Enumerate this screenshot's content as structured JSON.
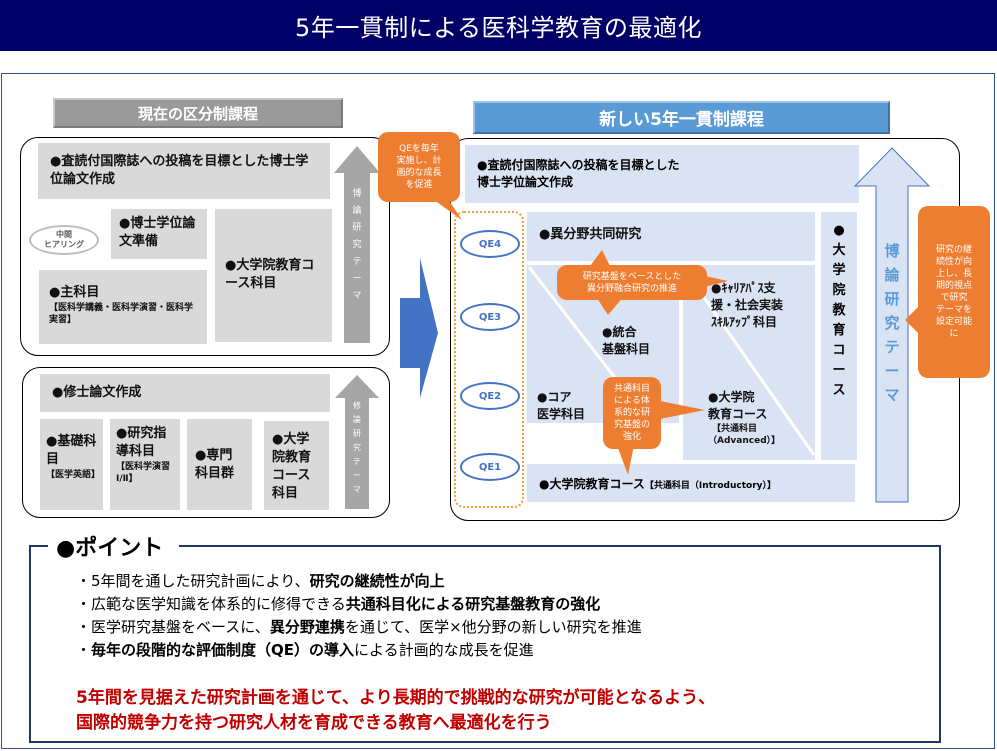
{
  "title": "5年一貫制による医科学教育の最適化",
  "current": {
    "header": "現在の区分制課程",
    "doctoral": {
      "thesis": "●査読付国際誌への投稿を目標とした博士学位論文作成",
      "interim_hearing": [
        "中間",
        "ヒアリング"
      ],
      "thesis_prep": "●博士学位論文準備",
      "grad_course": "●大学院教育コース科目",
      "main_subjects": "●主科目",
      "main_subjects_detail": "【医科学講義・医科学演習・医科学実習】",
      "theme_arrow": [
        "博",
        "論",
        "研",
        "究",
        "テ",
        "ー",
        "マ"
      ]
    },
    "masters": {
      "thesis": "●修士論文作成",
      "basic": "●基礎科目",
      "basic_detail": "【医学英語】",
      "research_guidance": "●研究指導科目",
      "research_guidance_detail": "【医科学演習Ⅰ/Ⅱ】",
      "specialized": "●専門科目群",
      "grad_course": "●大学院教育コース科目",
      "theme_arrow": [
        "修",
        "論",
        "研",
        "究",
        "テ",
        "ー",
        "マ"
      ]
    }
  },
  "new": {
    "header": "新しい5年一貫制課程",
    "thesis": [
      "●査読付国際誌への投稿を目標とした",
      "博士学位論文作成"
    ],
    "interdisciplinary": "●異分野共同研究",
    "career": [
      "●ｷｬﾘｱﾊﾟｽ支",
      "援・社会実装",
      "ｽｷﾙｱｯﾌﾟ科目"
    ],
    "integrated": [
      "●統合",
      "基盤科目"
    ],
    "core": [
      "●コア",
      "医学科目"
    ],
    "grad_adv": [
      "●大学院",
      "教育コース"
    ],
    "grad_adv_detail": [
      "【共通科目",
      "（Advanced）】"
    ],
    "grad_intro": "●大学院教育コース",
    "grad_intro_detail": "【共通科目（Introductory）】",
    "grad_vertical": [
      "●",
      "大",
      "学",
      "院",
      "教",
      "育",
      "コ",
      "ー",
      "ス"
    ],
    "theme_arrow": [
      "博",
      "論",
      "研",
      "究",
      "テ",
      "ー",
      "マ"
    ],
    "qe": [
      "QE4",
      "QE3",
      "QE2",
      "QE1"
    ]
  },
  "callouts": {
    "qe_annual": [
      "QEを毎年",
      "実施し、計",
      "画的な成長",
      "を促進"
    ],
    "fusion": [
      "研究基盤をベースとした",
      "異分野融合研究の推進"
    ],
    "common": [
      "共通科目",
      "による体",
      "系的な研",
      "究基盤の",
      "強化"
    ],
    "continuity": [
      "研究の継",
      "続性が向",
      "上し、長",
      "期的視点",
      "で研究",
      "テーマを",
      "設定可能",
      "に"
    ]
  },
  "points": {
    "title": "●ポイント",
    "items": [
      {
        "pre": "・5年間を通した研究計画により、",
        "bold": "研究の継続性が向上",
        "post": ""
      },
      {
        "pre": "・広範な医学知識を体系的に修得できる",
        "bold": "共通科目化による研究基盤教育の強化",
        "post": ""
      },
      {
        "pre": "・医学研究基盤をベースに、",
        "bold": "異分野連携",
        "post": "を通じて、医学×他分野の新しい研究を推進"
      },
      {
        "pre": "・",
        "bold": "毎年の段階的な評価制度（QE）の導入",
        "post": "による計画的な成長を促進"
      }
    ],
    "conclusion": [
      "5年間を見据えた研究計画を通じて、より長期的で挑戦的な研究が可能となるよう、",
      "国際的競争力を持つ研究人材を育成できる教育へ最適化を行う"
    ]
  },
  "colors": {
    "title_bg": "#000066",
    "orange": "#ed7d31",
    "blue": "#4472c4",
    "light_blue": "#dae3f3",
    "gray": "#d9d9d9",
    "red": "#c00000"
  }
}
